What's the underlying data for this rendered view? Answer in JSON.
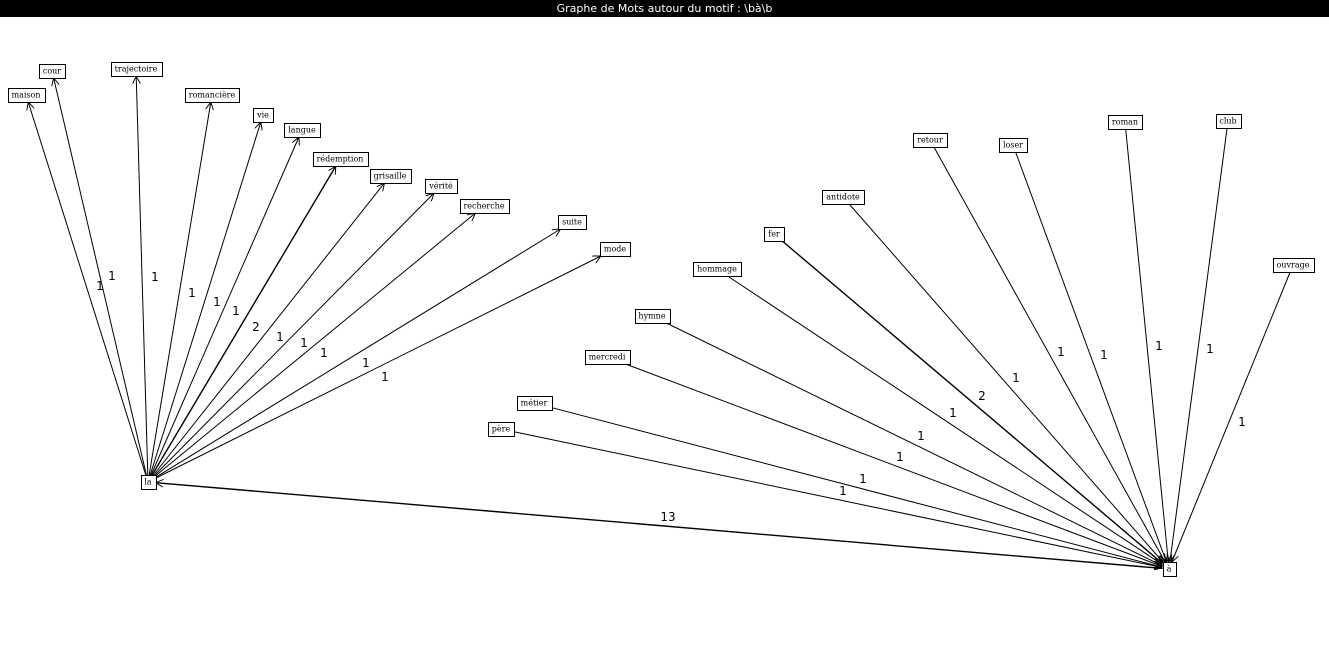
{
  "window": {
    "title": "Graphe de Mots autour du motif : \\bà\\b"
  },
  "graph": {
    "nodes": [
      {
        "id": "la",
        "label": "la"
      },
      {
        "id": "a",
        "label": "à"
      },
      {
        "id": "maison",
        "label": "maison"
      },
      {
        "id": "cour",
        "label": "cour"
      },
      {
        "id": "trajectoire",
        "label": "trajectoire"
      },
      {
        "id": "romanciere",
        "label": "romancière"
      },
      {
        "id": "vie",
        "label": "vie"
      },
      {
        "id": "langue",
        "label": "langue"
      },
      {
        "id": "redemption",
        "label": "rédemption"
      },
      {
        "id": "grisaille",
        "label": "grisaille"
      },
      {
        "id": "verite",
        "label": "vérité"
      },
      {
        "id": "recherche",
        "label": "recherche"
      },
      {
        "id": "suite",
        "label": "suite"
      },
      {
        "id": "mode",
        "label": "mode"
      },
      {
        "id": "pere",
        "label": "père"
      },
      {
        "id": "metier",
        "label": "métier"
      },
      {
        "id": "mercredi",
        "label": "mercredi"
      },
      {
        "id": "hymne",
        "label": "hymne"
      },
      {
        "id": "hommage",
        "label": "hommage"
      },
      {
        "id": "fer",
        "label": "fer"
      },
      {
        "id": "antidote",
        "label": "antidote"
      },
      {
        "id": "retour",
        "label": "retour"
      },
      {
        "id": "loser",
        "label": "loser"
      },
      {
        "id": "roman",
        "label": "roman"
      },
      {
        "id": "club",
        "label": "club"
      },
      {
        "id": "ouvrage",
        "label": "ouvrage"
      }
    ],
    "edges": [
      {
        "from": "la",
        "to": "maison",
        "weight": "1"
      },
      {
        "from": "la",
        "to": "cour",
        "weight": "1"
      },
      {
        "from": "la",
        "to": "trajectoire",
        "weight": "1"
      },
      {
        "from": "la",
        "to": "romanciere",
        "weight": "1"
      },
      {
        "from": "la",
        "to": "vie",
        "weight": "1"
      },
      {
        "from": "la",
        "to": "langue",
        "weight": "1"
      },
      {
        "from": "la",
        "to": "redemption",
        "weight": "2"
      },
      {
        "from": "la",
        "to": "grisaille",
        "weight": "1"
      },
      {
        "from": "la",
        "to": "verite",
        "weight": "1"
      },
      {
        "from": "la",
        "to": "recherche",
        "weight": "1"
      },
      {
        "from": "la",
        "to": "suite",
        "weight": "1"
      },
      {
        "from": "la",
        "to": "mode",
        "weight": "1"
      },
      {
        "from": "a",
        "to": "la",
        "weight": "13"
      },
      {
        "from": "pere",
        "to": "a",
        "weight": "1"
      },
      {
        "from": "metier",
        "to": "a",
        "weight": "1"
      },
      {
        "from": "mercredi",
        "to": "a",
        "weight": "1"
      },
      {
        "from": "hymne",
        "to": "a",
        "weight": "1"
      },
      {
        "from": "hommage",
        "to": "a",
        "weight": "1"
      },
      {
        "from": "fer",
        "to": "a",
        "weight": "2"
      },
      {
        "from": "antidote",
        "to": "a",
        "weight": "1"
      },
      {
        "from": "retour",
        "to": "a",
        "weight": "1"
      },
      {
        "from": "loser",
        "to": "a",
        "weight": "1"
      },
      {
        "from": "roman",
        "to": "a",
        "weight": "1"
      },
      {
        "from": "club",
        "to": "a",
        "weight": "1"
      },
      {
        "from": "ouvrage",
        "to": "a",
        "weight": "1"
      }
    ]
  }
}
